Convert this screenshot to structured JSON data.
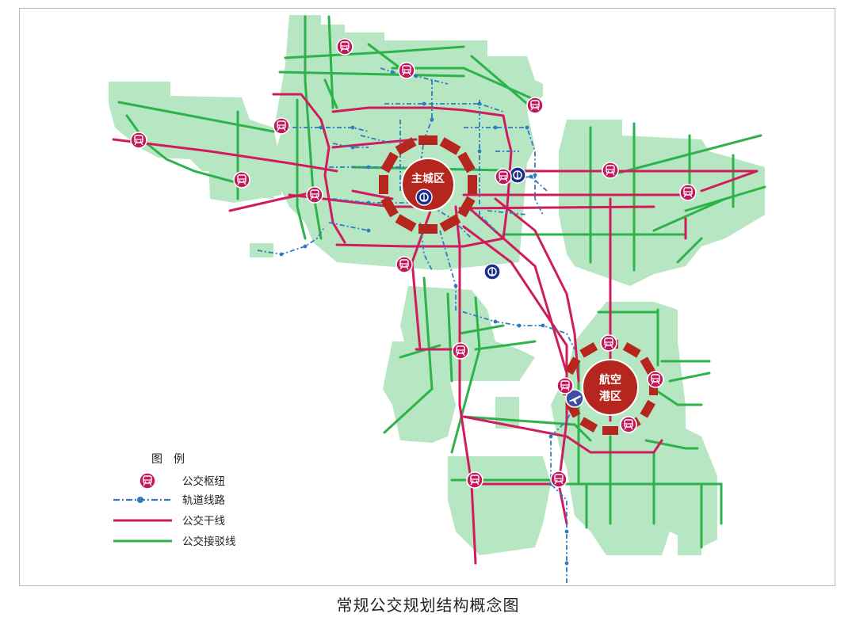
{
  "caption": "常规公交规划结构概念图",
  "districts": {
    "main": "主城区",
    "airport_line1": "航空",
    "airport_line2": "港区"
  },
  "legend": {
    "title": "图　例",
    "hub": "公交枢纽",
    "rail": "轨道线路",
    "trunk": "公交干线",
    "feeder": "公交接驳线"
  },
  "colors": {
    "area": "#b7e6c2",
    "trunk": "#d01c5c",
    "feeder": "#2db34a",
    "rail": "#2f7bbf",
    "core": "#b5271e",
    "hub": "#c2185b",
    "station": "#1a2f8a"
  }
}
